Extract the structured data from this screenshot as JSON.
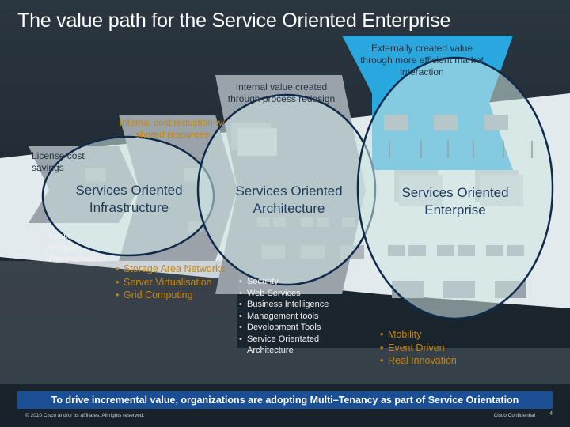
{
  "title": "The value path for the Service Oriented Enterprise",
  "stages": {
    "license_cost": "License cost savings",
    "internal_cost": "Internal cost reduction w/ shared resources",
    "internal_value": "Internal value created through process redesign",
    "external_value": "Externally created value through more efficient market interaction"
  },
  "circles": {
    "infrastructure": "Services Oriented Infrastructure",
    "architecture": "Services Oriented Architecture",
    "enterprise": "Services Oriented Enterprise"
  },
  "bullets": {
    "left": [
      "Linux",
      "Platform Rationalisation"
    ],
    "infrastructure": [
      "Storage Area Networks",
      "Server Virtualisation",
      "Grid Computing"
    ],
    "architecture": [
      "Security",
      "Web Services",
      "Business Intelligence",
      "Management tools",
      "Development Tools",
      "Service Orientated Architecture"
    ],
    "enterprise": [
      "Mobility",
      "Event Driven",
      "Real Innovation"
    ]
  },
  "bottom_banner": "To drive incremental value, organizations are adopting Multi–Tenancy as part of Service Orientation",
  "footer": {
    "copyright": "© 2010 Cisco and/or its affiliates. All rights reserved.",
    "confidential": "Cisco Confidential",
    "page": "4"
  },
  "colors": {
    "band_light": "#e3eaee",
    "band_gray": "#9aa3aa",
    "arrow_blue": "#29a8e0",
    "circle_fill": "#cfe6e1",
    "circle_stroke": "#0f2a4a",
    "banner_blue": "#1a4f96",
    "accent_gold": "#c8860b"
  }
}
